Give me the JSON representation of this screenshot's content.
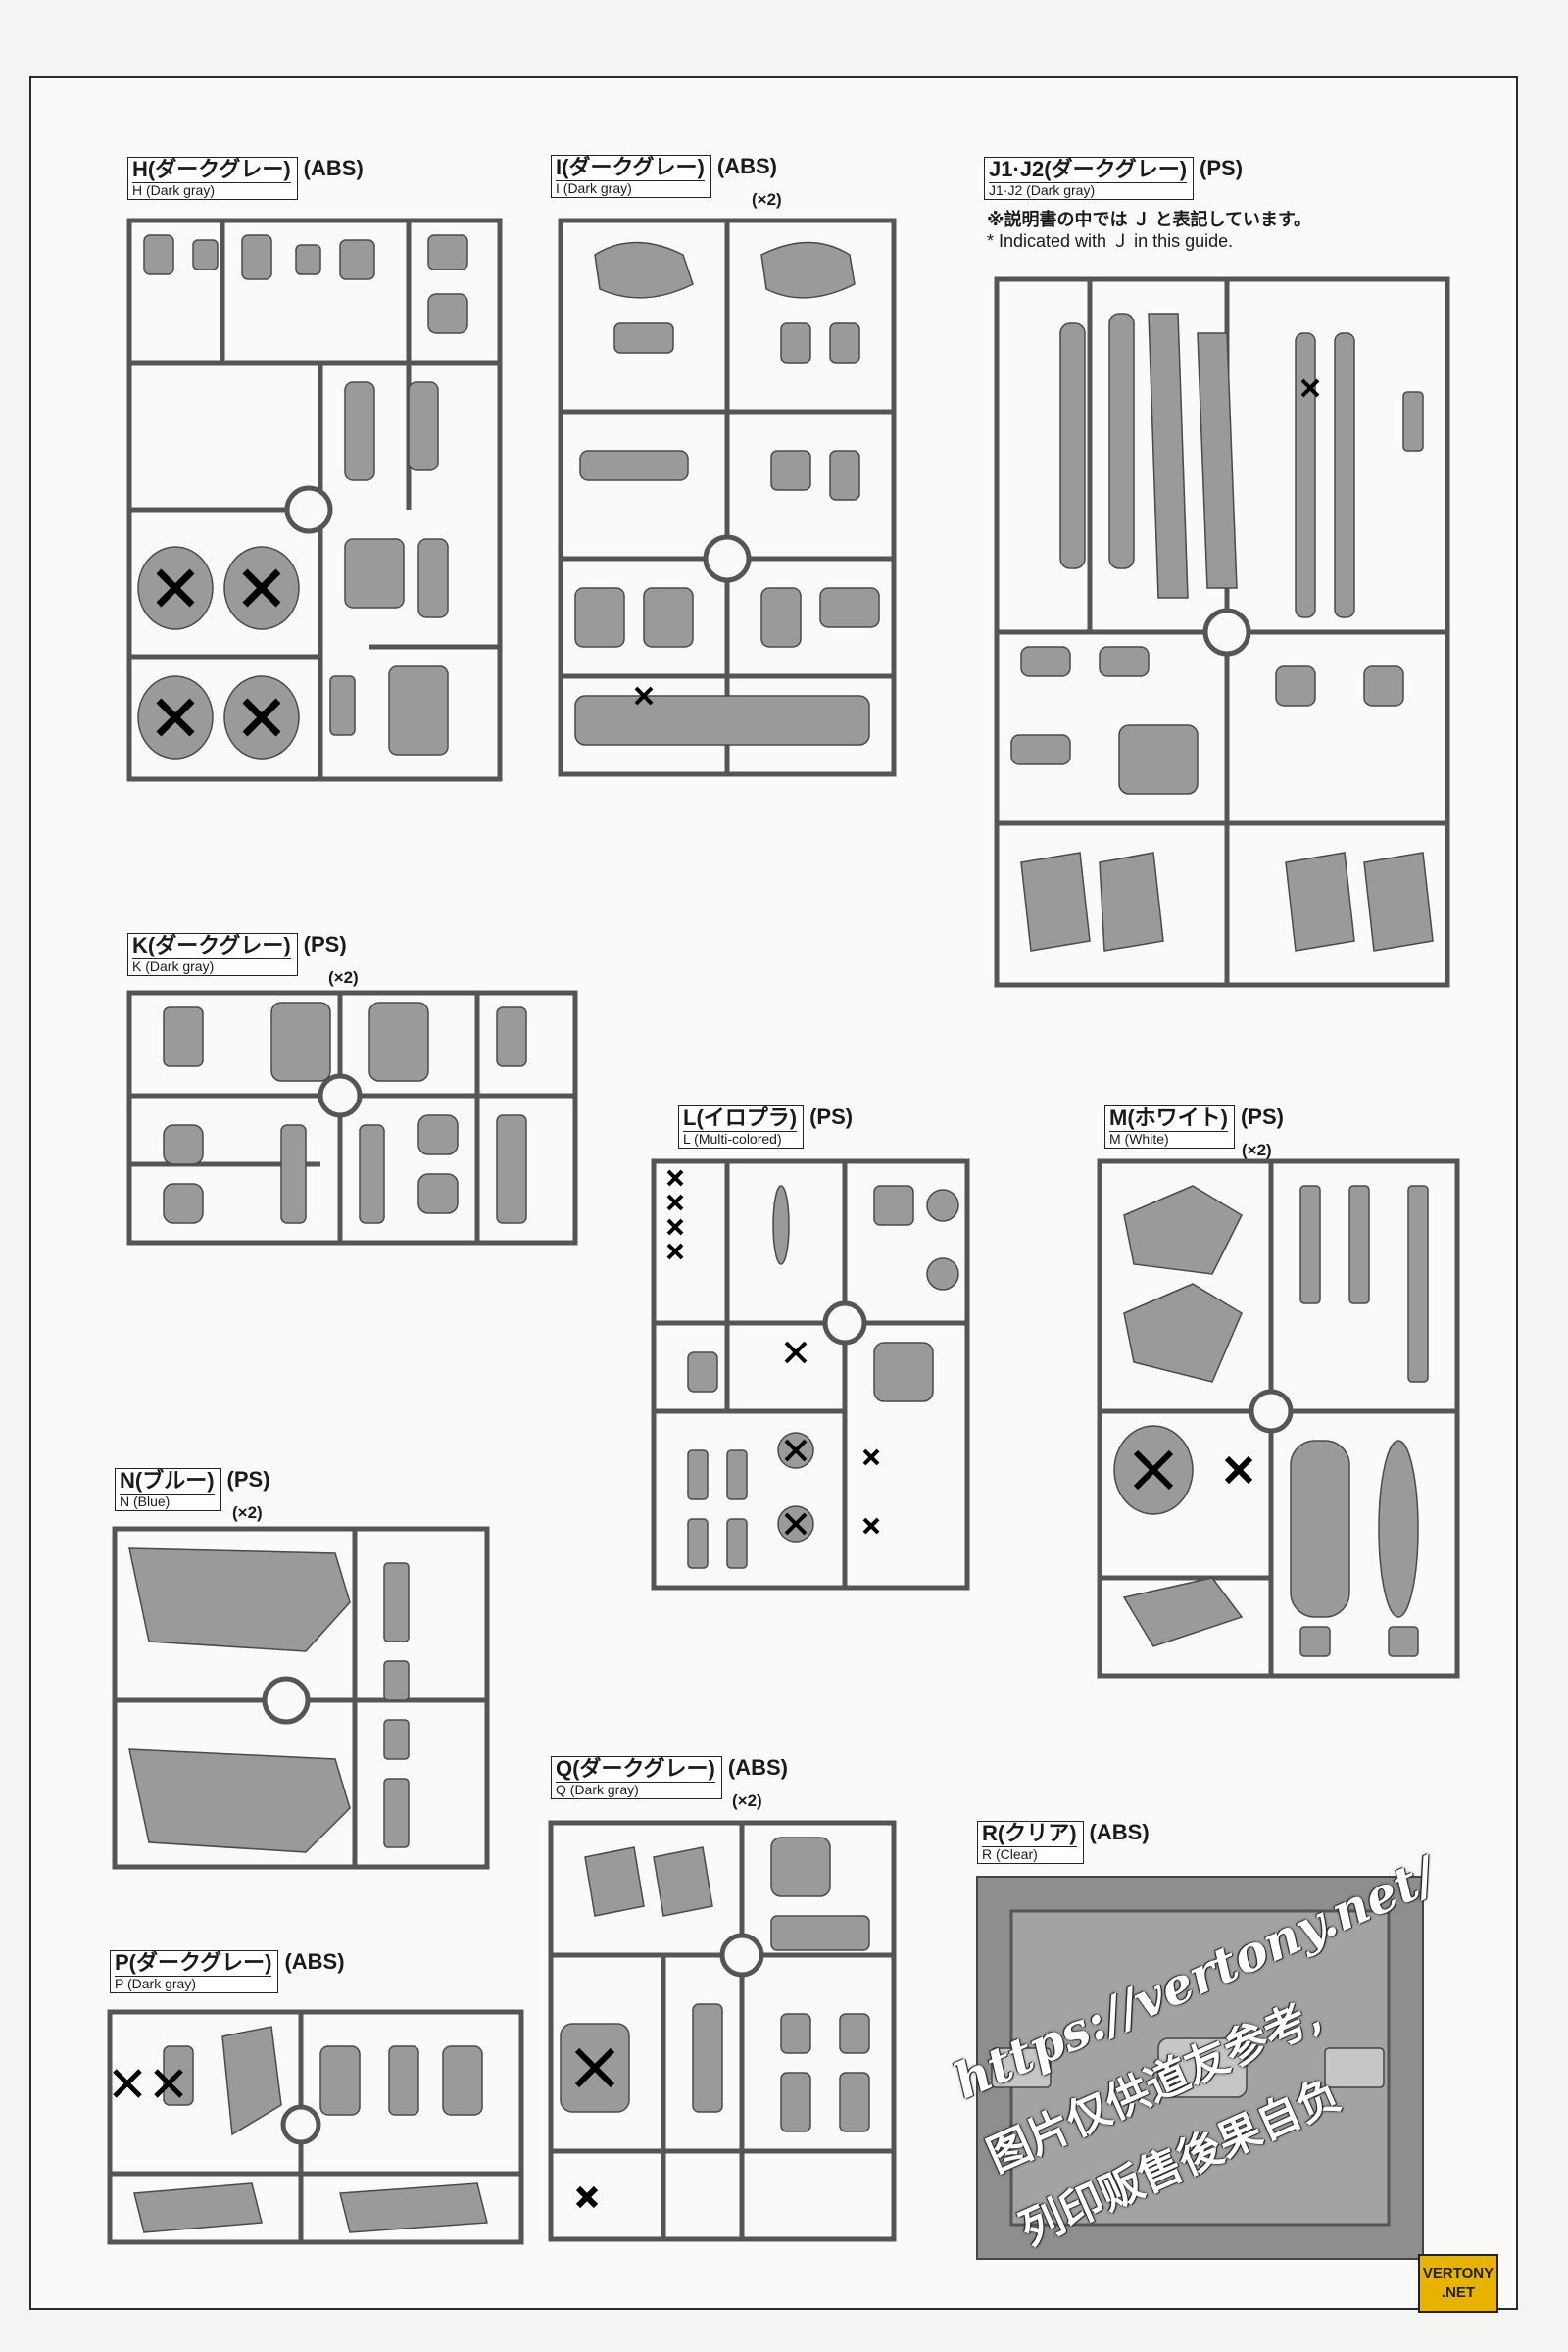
{
  "runners": {
    "H": {
      "jp": "H(ダークグレー)",
      "en": "H (Dark gray)",
      "material": "(ABS)",
      "qty": ""
    },
    "I": {
      "jp": "I(ダークグレー)",
      "en": "I (Dark gray)",
      "material": "(ABS)",
      "qty": "(×2)"
    },
    "J": {
      "jp": "J1·J2(ダークグレー)",
      "en": "J1·J2 (Dark gray)",
      "material": "(PS)",
      "qty": ""
    },
    "K": {
      "jp": "K(ダークグレー)",
      "en": "K (Dark gray)",
      "material": "(PS)",
      "qty": "(×2)"
    },
    "L": {
      "jp": "L(イロプラ)",
      "en": "L (Multi-colored)",
      "material": "(PS)",
      "qty": ""
    },
    "M": {
      "jp": "M(ホワイト)",
      "en": "M (White)",
      "material": "(PS)",
      "qty": "(×2)"
    },
    "N": {
      "jp": "N(ブルー)",
      "en": "N (Blue)",
      "material": "(PS)",
      "qty": "(×2)"
    },
    "Q": {
      "jp": "Q(ダークグレー)",
      "en": "Q (Dark gray)",
      "material": "(ABS)",
      "qty": "(×2)"
    },
    "P": {
      "jp": "P(ダークグレー)",
      "en": "P (Dark gray)",
      "material": "(ABS)",
      "qty": ""
    },
    "R": {
      "jp": "R(クリア)",
      "en": "R (Clear)",
      "material": "(ABS)",
      "qty": ""
    }
  },
  "j_note": {
    "jp": "※説明書の中では Ｊ と表記しています。",
    "en": "* Indicated with Ｊ in this guide."
  },
  "watermark": {
    "line1": "https://vertony.net/",
    "line2": "图片仅供道友参考,",
    "line3": "列印贩售後果自负"
  },
  "logo": {
    "line1": "VERTONY",
    "line2": ".NET"
  },
  "colors": {
    "runner_fill": "#9a9a98",
    "runner_stroke": "#4a4a4a",
    "paper": "#fafaf8"
  }
}
